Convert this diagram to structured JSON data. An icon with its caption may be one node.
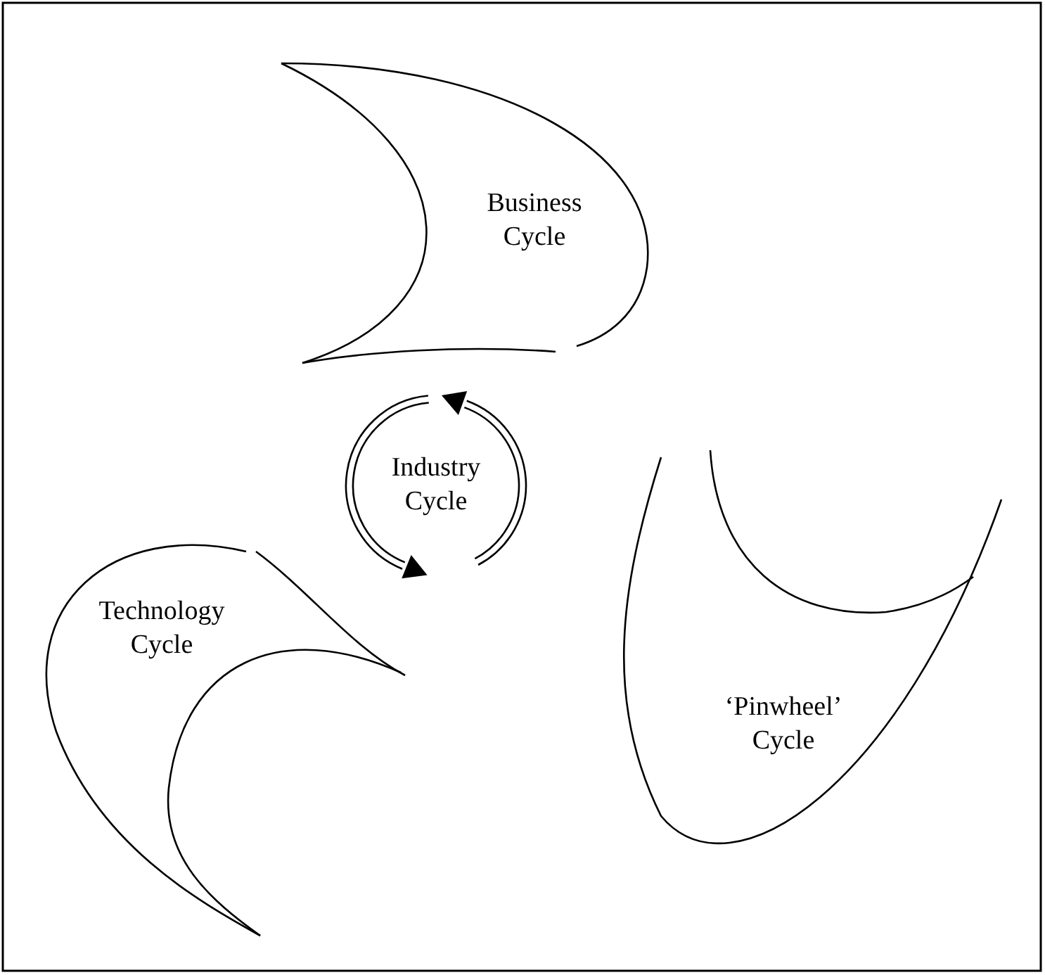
{
  "diagram": {
    "nodes": [
      {
        "text": [
          "Business Cycle"
        ]
      },
      {
        "text": [
          "Industry Cycle"
        ]
      },
      {
        "text": [
          "Technology Cycle"
        ]
      },
      {
        "text": [
          "‘Pinwheel’ Cycle"
        ]
      }
    ]
  }
}
